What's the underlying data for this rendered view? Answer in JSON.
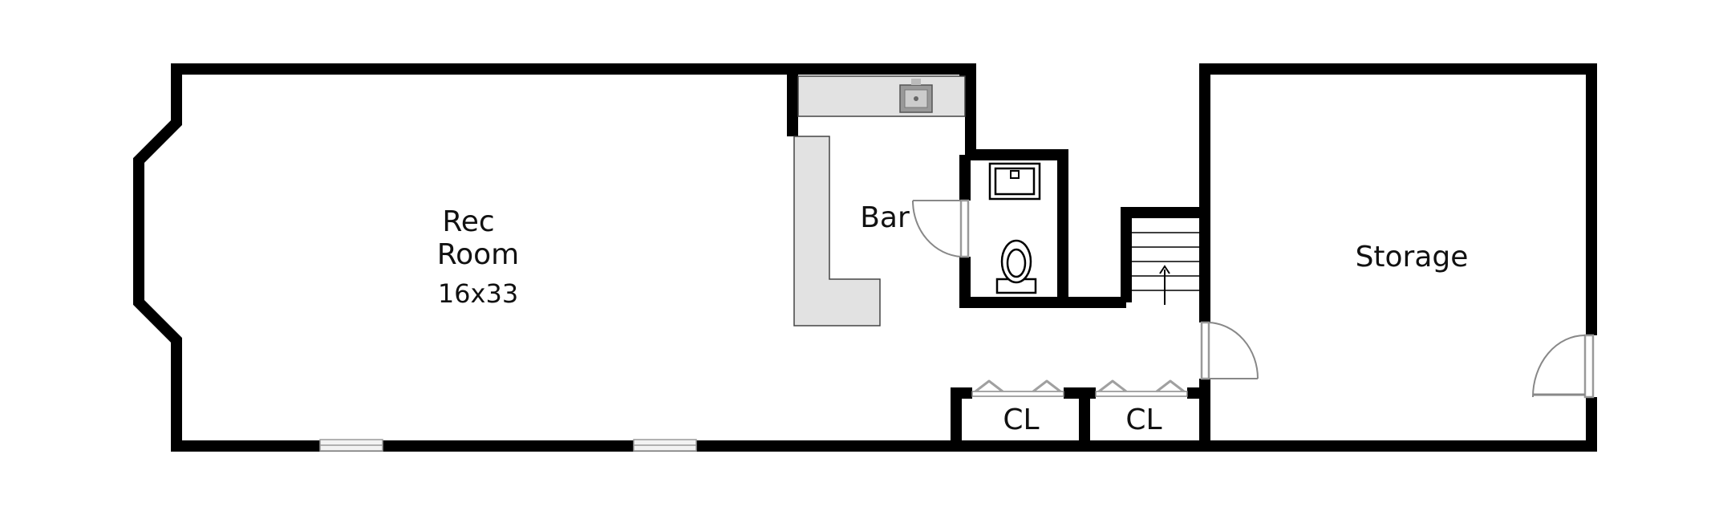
{
  "rooms": {
    "rec_room": {
      "line1": "Rec",
      "line2": "Room",
      "dimensions": "16x33"
    },
    "bar": {
      "label": "Bar"
    },
    "storage": {
      "label": "Storage"
    },
    "closet_1": {
      "label": "CL"
    },
    "closet_2": {
      "label": "CL"
    }
  },
  "colors": {
    "wall": "#000000",
    "counter": "#e2e2e2",
    "background": "#ffffff",
    "door": "#999999"
  }
}
